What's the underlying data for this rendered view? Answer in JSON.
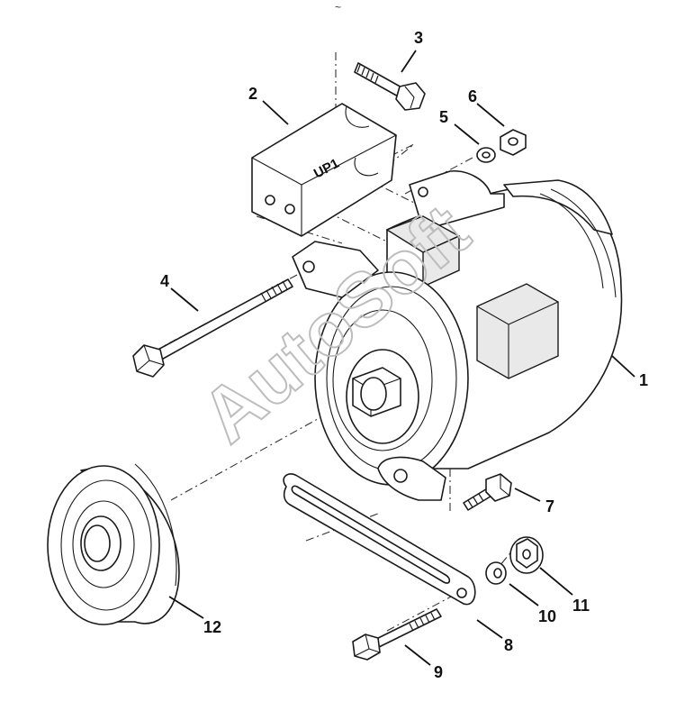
{
  "header_mark": "~",
  "stamp_text": "UP1",
  "watermark": "AutoSoft",
  "callouts": {
    "c1": "1",
    "c2": "2",
    "c3": "3",
    "c4": "4",
    "c5": "5",
    "c6": "6",
    "c7": "7",
    "c8": "8",
    "c9": "9",
    "c10": "10",
    "c11": "11",
    "c12": "12"
  },
  "colors": {
    "line": "#1a1a1a",
    "watermark": "#bdbdbd",
    "background": "#ffffff"
  }
}
